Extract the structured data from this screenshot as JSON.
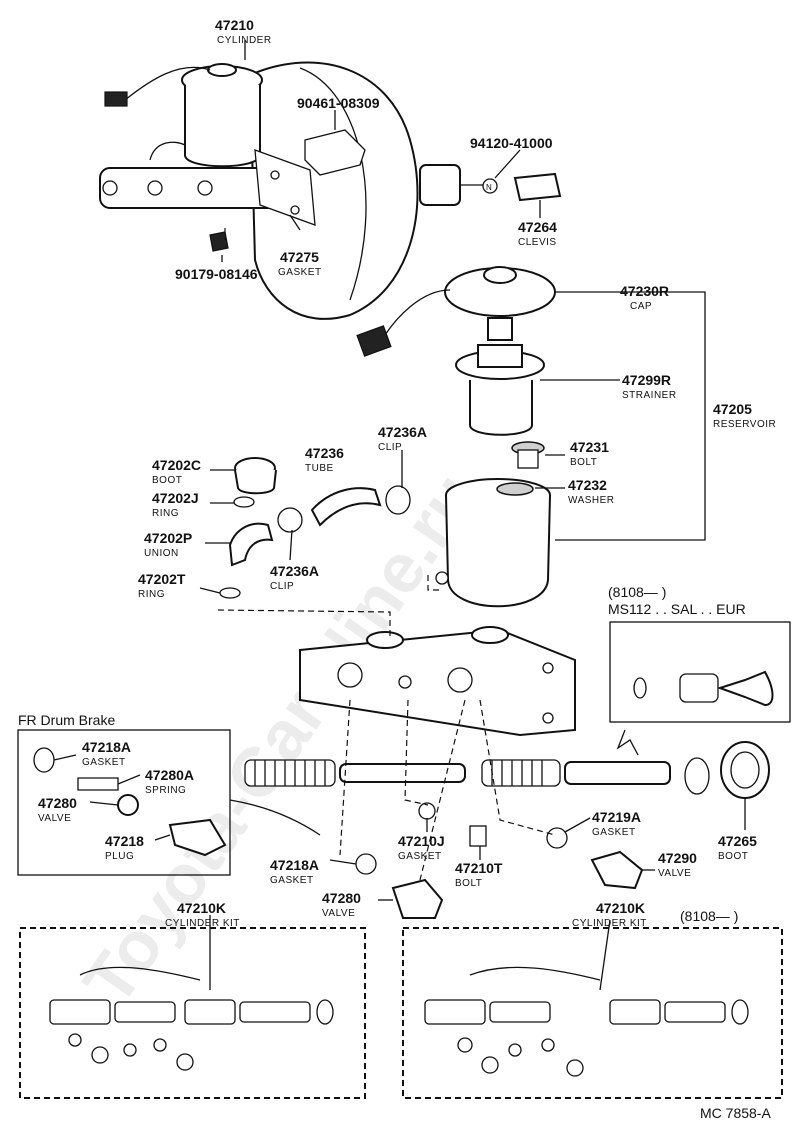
{
  "diagram_code": "MC 7858-A",
  "watermark": "Toyota-Car-Nine.ru",
  "callouts": {
    "c47210": {
      "number": "47210",
      "name": "CYLINDER"
    },
    "c90461": {
      "number": "90461-08309",
      "name": ""
    },
    "c94120": {
      "number": "94120-41000",
      "name": ""
    },
    "c47264": {
      "number": "47264",
      "name": "CLEVIS"
    },
    "c47275": {
      "number": "47275",
      "name": "GASKET"
    },
    "c90179": {
      "number": "90179-08146",
      "name": ""
    },
    "c47230R": {
      "number": "47230R",
      "name": "CAP"
    },
    "c47299R": {
      "number": "47299R",
      "name": "STRAINER"
    },
    "c47205": {
      "number": "47205",
      "name": "RESERVOIR"
    },
    "c47231": {
      "number": "47231",
      "name": "BOLT"
    },
    "c47232": {
      "number": "47232",
      "name": "WASHER"
    },
    "c47236A1": {
      "number": "47236A",
      "name": "CLIP"
    },
    "c47236": {
      "number": "47236",
      "name": "TUBE"
    },
    "c47202C": {
      "number": "47202C",
      "name": "BOOT"
    },
    "c47202J": {
      "number": "47202J",
      "name": "RING"
    },
    "c47202P": {
      "number": "47202P",
      "name": "UNION"
    },
    "c47236A2": {
      "number": "47236A",
      "name": "CLIP"
    },
    "c47202T": {
      "number": "47202T",
      "name": "RING"
    },
    "c47218A1": {
      "number": "47218A",
      "name": "GASKET"
    },
    "c47280A": {
      "number": "47280A",
      "name": "SPRING"
    },
    "c47280_1": {
      "number": "47280",
      "name": "VALVE"
    },
    "c47218": {
      "number": "47218",
      "name": "PLUG"
    },
    "c47218A2": {
      "number": "47218A",
      "name": "GASKET"
    },
    "c47280_2": {
      "number": "47280",
      "name": "VALVE"
    },
    "c47210J": {
      "number": "47210J",
      "name": "GASKET"
    },
    "c47210T": {
      "number": "47210T",
      "name": "BOLT"
    },
    "c47219A": {
      "number": "47219A",
      "name": "GASKET"
    },
    "c47290": {
      "number": "47290",
      "name": "VALVE"
    },
    "c47265": {
      "number": "47265",
      "name": "BOOT"
    },
    "c47210K1": {
      "number": "47210K",
      "name": "CYLINDER KIT"
    },
    "c47210K2": {
      "number": "47210K",
      "name": "CYLINDER KIT"
    }
  },
  "fr_drum": {
    "title": "FR Drum Brake"
  },
  "variant_box": {
    "line1": "(8108—        )",
    "line2": "MS112 . . SAL . . EUR"
  },
  "kit2_date": "(8108—        )"
}
